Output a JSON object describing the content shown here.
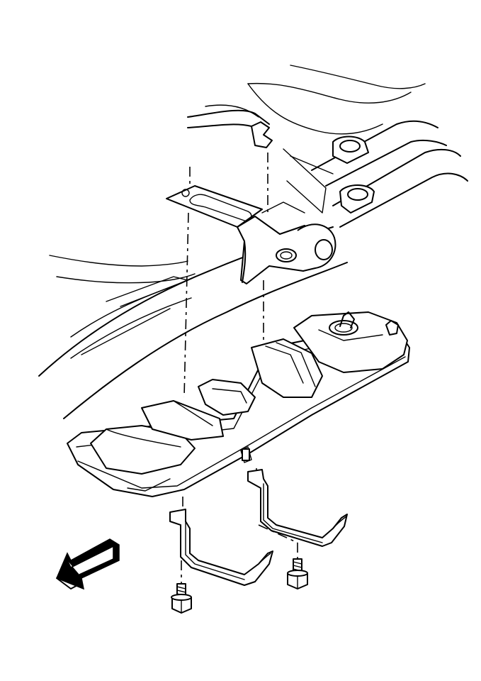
{
  "diagram": {
    "parts": [
      {
        "id": "vehicle-frame",
        "icon": "frame-rail-drawing"
      },
      {
        "id": "frame-crossmember",
        "icon": "crossmember-drawing"
      },
      {
        "id": "fuel-tank",
        "icon": "fuel-tank-drawing"
      },
      {
        "id": "tank-strap-front",
        "icon": "strap-drawing"
      },
      {
        "id": "tank-strap-rear",
        "icon": "strap-drawing"
      },
      {
        "id": "strap-bolt-left",
        "icon": "bolt-drawing"
      },
      {
        "id": "strap-bolt-right",
        "icon": "bolt-drawing"
      },
      {
        "id": "front-direction-arrow",
        "icon": "direction-arrow-icon"
      }
    ],
    "colors": {
      "line": "#000000",
      "background": "#ffffff"
    }
  }
}
